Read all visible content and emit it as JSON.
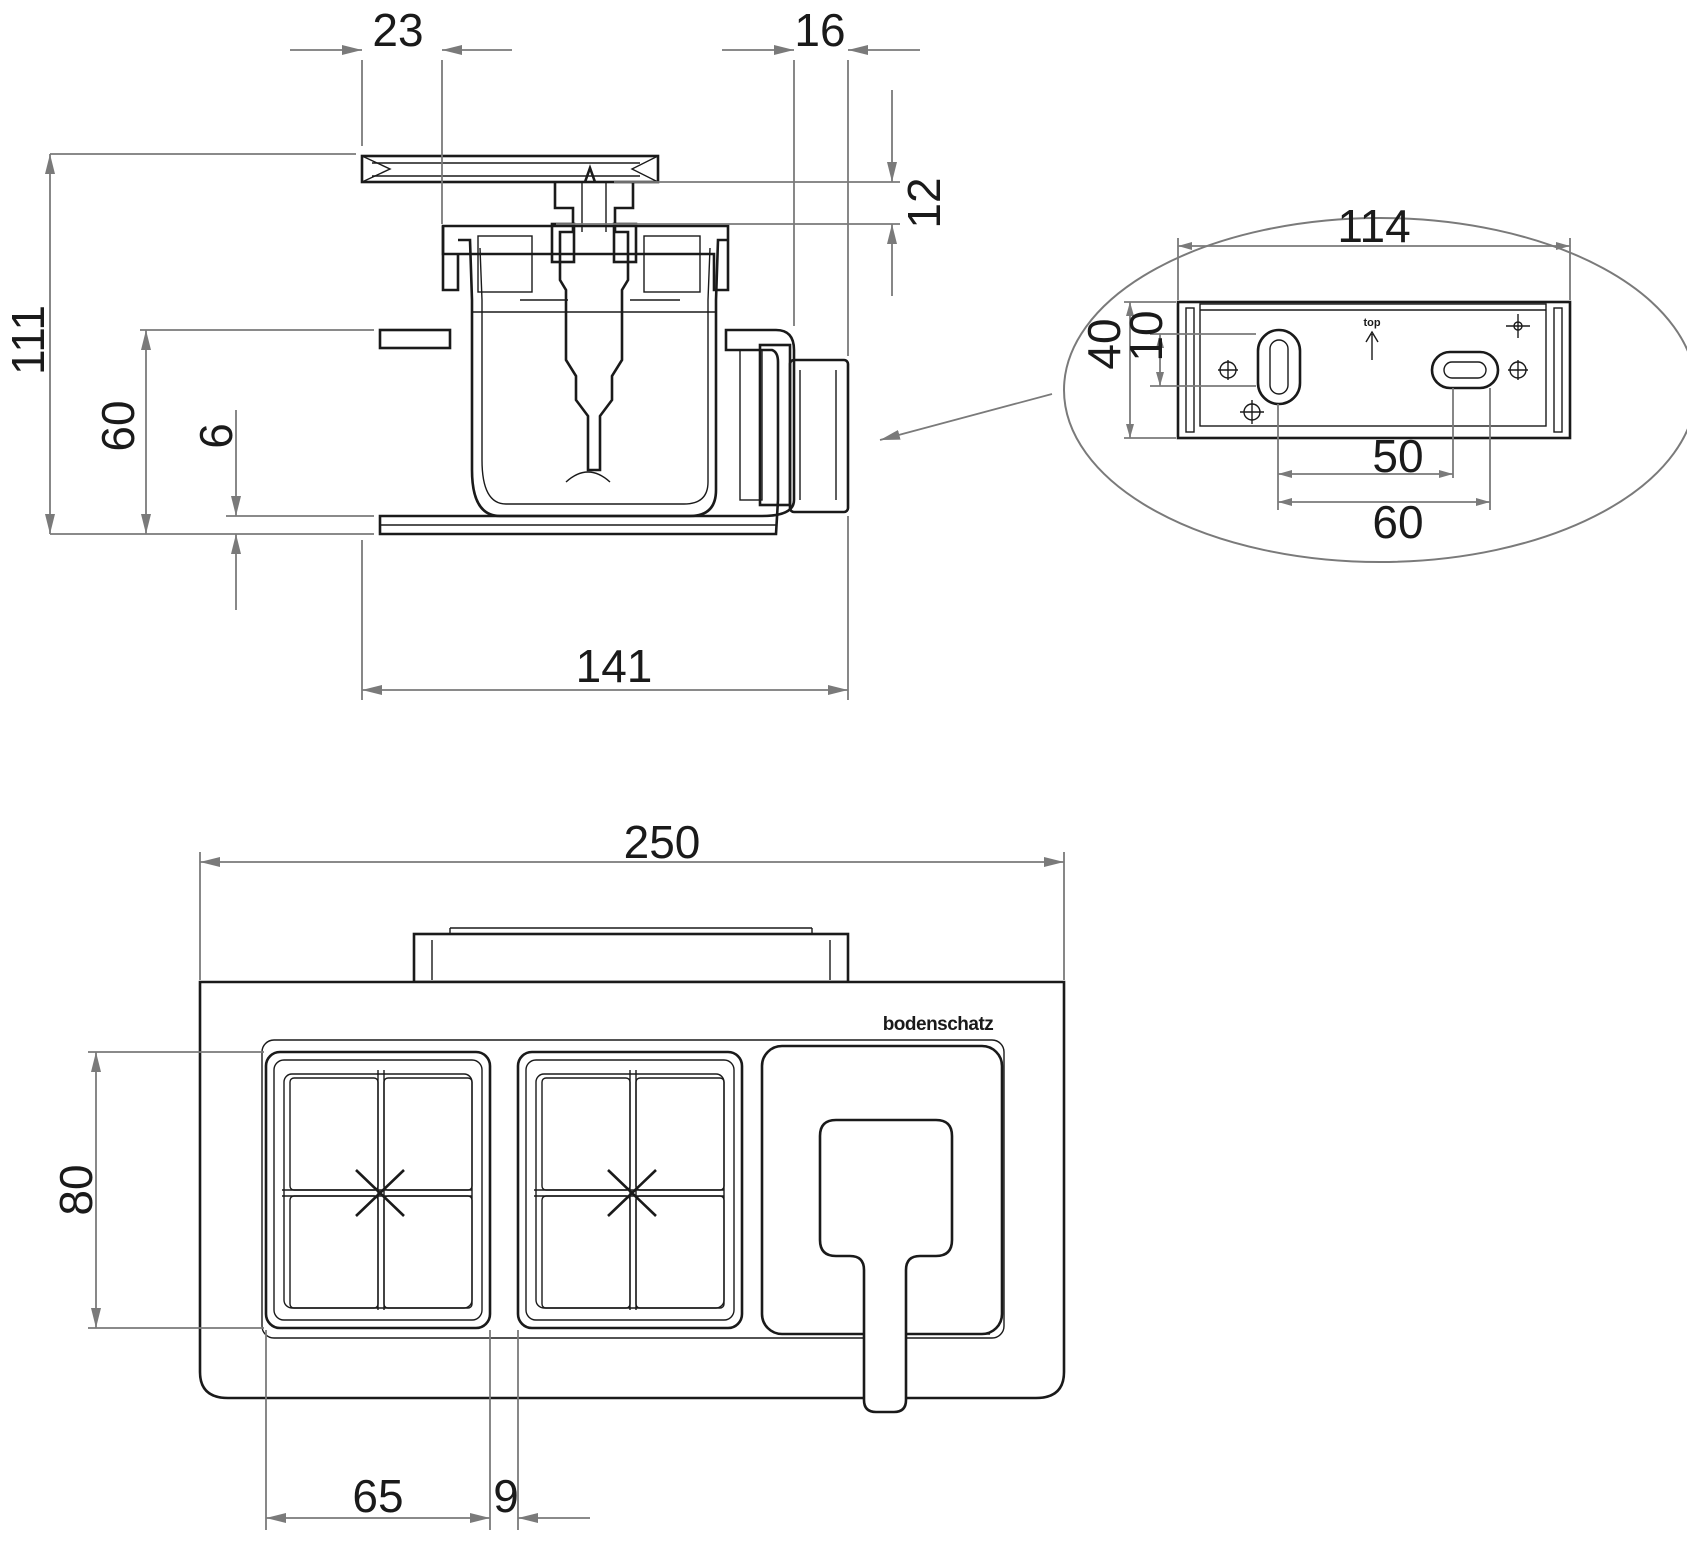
{
  "colors": {
    "line": "#1a1a1a",
    "dimension": "#7a7a7a",
    "background": "#ffffff"
  },
  "side_view": {
    "dim_23": "23",
    "dim_16": "16",
    "dim_12": "12",
    "dim_111": "111",
    "dim_60": "60",
    "dim_6": "6",
    "dim_141": "141"
  },
  "detail_view": {
    "dim_114": "114",
    "dim_40": "40",
    "dim_10": "10",
    "dim_50": "50",
    "dim_60": "60",
    "top_marker": "top"
  },
  "top_view": {
    "dim_250": "250",
    "dim_80": "80",
    "dim_65": "65",
    "dim_9": "9",
    "brand": "bodenschatz"
  }
}
